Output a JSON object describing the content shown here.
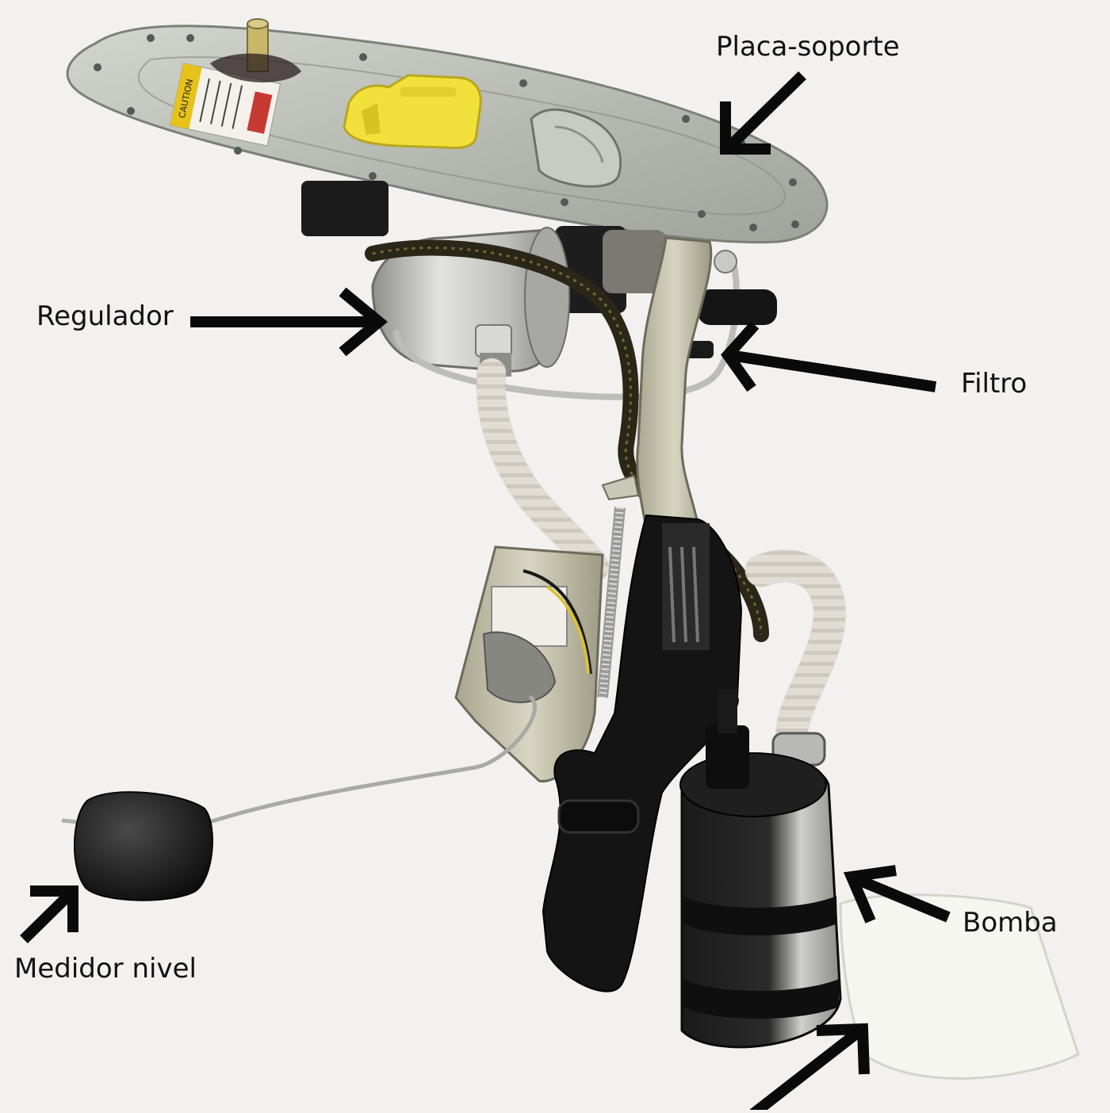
{
  "photo": {
    "caution_sticker": "CAUTION"
  },
  "labels": {
    "placa_soporte": "Placa-soporte",
    "regulador": "Regulador",
    "filtro": "Filtro",
    "bomba": "Bomba",
    "medidor_nivel": "Medidor nivel"
  },
  "colors": {
    "background": "#f2f1f0",
    "plate_metal": "#b9bcb4",
    "connector_yellow": "#f2e13a",
    "body_black": "#151515",
    "hose_white": "#eeeae2",
    "steel": "#c9c9c6",
    "arrow": "#0a0a0a"
  }
}
